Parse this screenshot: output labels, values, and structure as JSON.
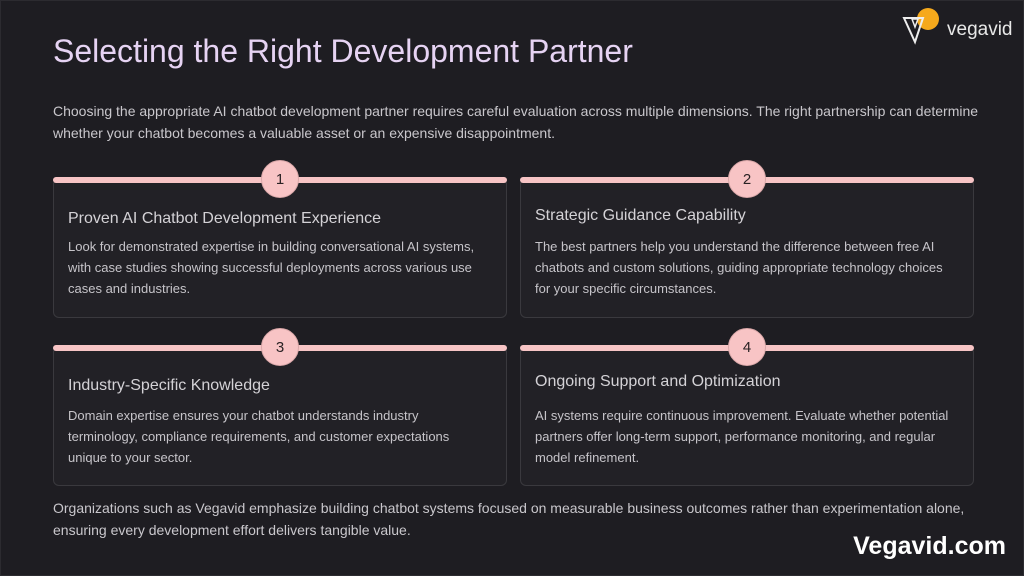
{
  "title": "Selecting the Right Development Partner",
  "intro": "Choosing the appropriate AI chatbot development partner requires careful evaluation across multiple dimensions. The right partnership can determine whether your chatbot becomes a valuable asset or an expensive disappointment.",
  "cards": [
    {
      "number": "1",
      "title": "Proven AI Chatbot Development Experience",
      "text": "Look for demonstrated expertise in building conversational AI systems, with case studies showing successful deployments across various use cases and industries."
    },
    {
      "number": "2",
      "title": "Strategic Guidance Capability",
      "text": "The best partners help you understand the difference between free AI chatbots and custom solutions, guiding appropriate technology choices for your specific circumstances."
    },
    {
      "number": "3",
      "title": "Industry-Specific Knowledge",
      "text": "Domain expertise ensures your chatbot understands industry terminology, compliance requirements, and customer expectations unique to your sector."
    },
    {
      "number": "4",
      "title": "Ongoing Support and Optimization",
      "text": "AI systems require continuous improvement. Evaluate whether potential partners offer long-term support, performance monitoring, and regular model refinement."
    }
  ],
  "outro": "Organizations such as Vegavid emphasize building chatbot systems focused on measurable business outcomes rather than experimentation alone, ensuring every development effort delivers tangible value.",
  "logo_text": "vegavid",
  "footer": "Vegavid.com",
  "colors": {
    "accent": "#f7c4c5",
    "title": "#e6d3f3",
    "background": "#1e1d22"
  }
}
